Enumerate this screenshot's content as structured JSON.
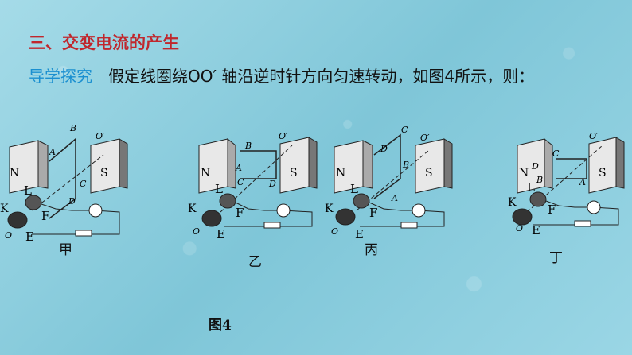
{
  "heading": "三、交变电流的产生",
  "intro": {
    "tag": "导学探究",
    "text": "假定线圈绕OO′ 轴沿逆时针方向匀速转动，如图4所示，则："
  },
  "figure": {
    "caption": "图4",
    "panels": [
      {
        "label": "甲",
        "top_letters": [
          "B",
          "O′"
        ],
        "side_letters": [
          "A",
          "C",
          "D"
        ]
      },
      {
        "label": "乙",
        "top_letters": [
          "B",
          "O′"
        ],
        "side_letters": [
          "A",
          "C",
          "D"
        ]
      },
      {
        "label": "丙",
        "top_letters": [
          "C",
          "O′"
        ],
        "side_letters": [
          "D",
          "B",
          "A"
        ]
      },
      {
        "label": "丁",
        "top_letters": [
          "C",
          "O′"
        ],
        "side_letters": [
          "D",
          "B",
          "A"
        ]
      }
    ],
    "common_labels": {
      "n": "N",
      "s": "S",
      "k": "K",
      "l": "L",
      "f": "F",
      "e": "E",
      "o": "O"
    }
  }
}
